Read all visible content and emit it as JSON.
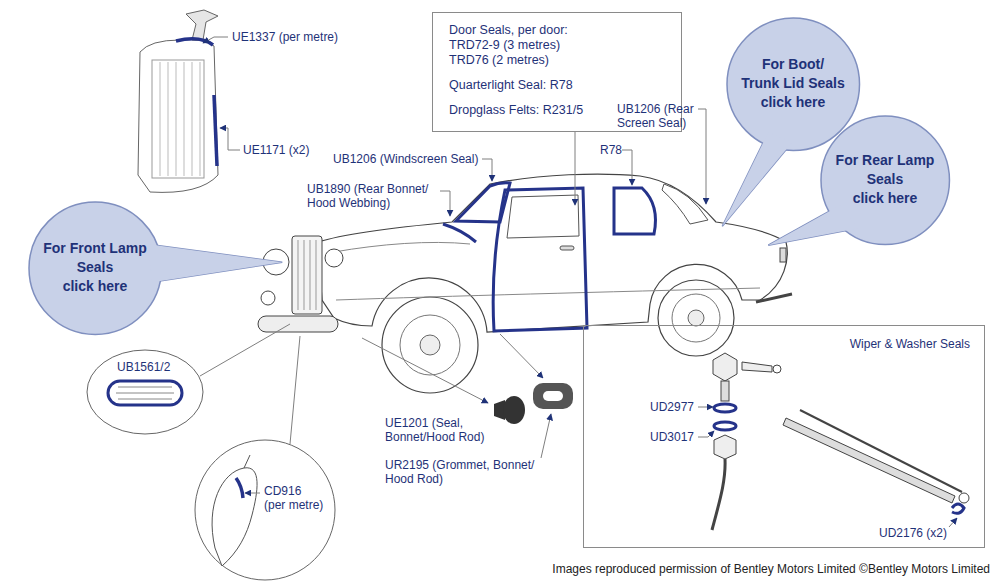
{
  "diagram": {
    "nodes": [
      {
        "text": [
          "Door Seals, per door:",
          "TRD72-9 (3 metres)",
          "TRD76 (2 metres)",
          "Quarterlight Seal: R78",
          "Dropglass Felts: R231/5"
        ]
      },
      {
        "text": [
          "For Boot/",
          "Trunk Lid Seals",
          "click here"
        ]
      },
      {
        "text": [
          "For Rear Lamp",
          "Seals",
          "click here"
        ]
      },
      {
        "text": [
          "For Front Lamp",
          "Seals",
          "click here"
        ]
      },
      {
        "text": [
          "Wiper & Washer Seals"
        ]
      }
    ],
    "labels": [
      "UE1337 (per metre)",
      "UE1171 (x2)",
      "UB1206 (Windscreen Seal)",
      "UB1890 (Rear Bonnet/ Hood Webbing)",
      "UB1206 (Rear Screen Seal)",
      "R78",
      "UB1561/2",
      "UE1201 (Seal, Bonnet/Hood Rod)",
      "UR2195 (Grommet, Bonnet/ Hood Rod)",
      "CD916 (per metre)",
      "UD2977",
      "UD3017",
      "UD2176 (x2)",
      "Images reproduced permission of Bentley Motors Limited ©Bentley Motors Limited"
    ]
  }
}
